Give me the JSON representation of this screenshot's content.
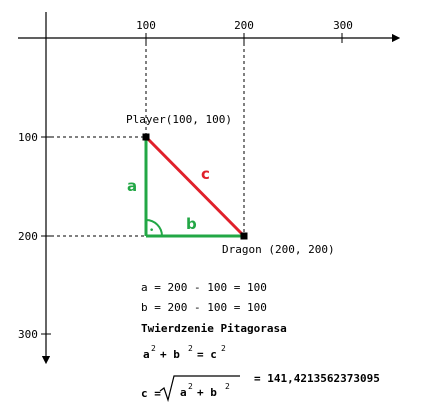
{
  "axes": {
    "x_ticks": [
      "100",
      "200",
      "300"
    ],
    "y_ticks": [
      "100",
      "200",
      "300"
    ]
  },
  "points": {
    "player": "Player(100, 100)",
    "dragon": "Dragon (200, 200)"
  },
  "sides": {
    "a": "a",
    "b": "b",
    "c": "c"
  },
  "right_angle_mark": "•",
  "calc": {
    "line_a": "a = 200 - 100 = 100",
    "line_b": "b = 200 - 100 = 100",
    "theorem_title": "Twierdzenie Pitagorasa",
    "pyth_a": "a",
    "pyth_b": "+ b",
    "pyth_c": "= c",
    "sup_2": "2",
    "sqrt_prefix": "c =",
    "sqrt_a": "a",
    "sqrt_plus": "+ b",
    "result": "= 141,4213562373095"
  },
  "colors": {
    "leg": "#22a745",
    "hyp": "#e0202a",
    "axis": "#000000",
    "guide": "#000000",
    "point": "#000000"
  }
}
